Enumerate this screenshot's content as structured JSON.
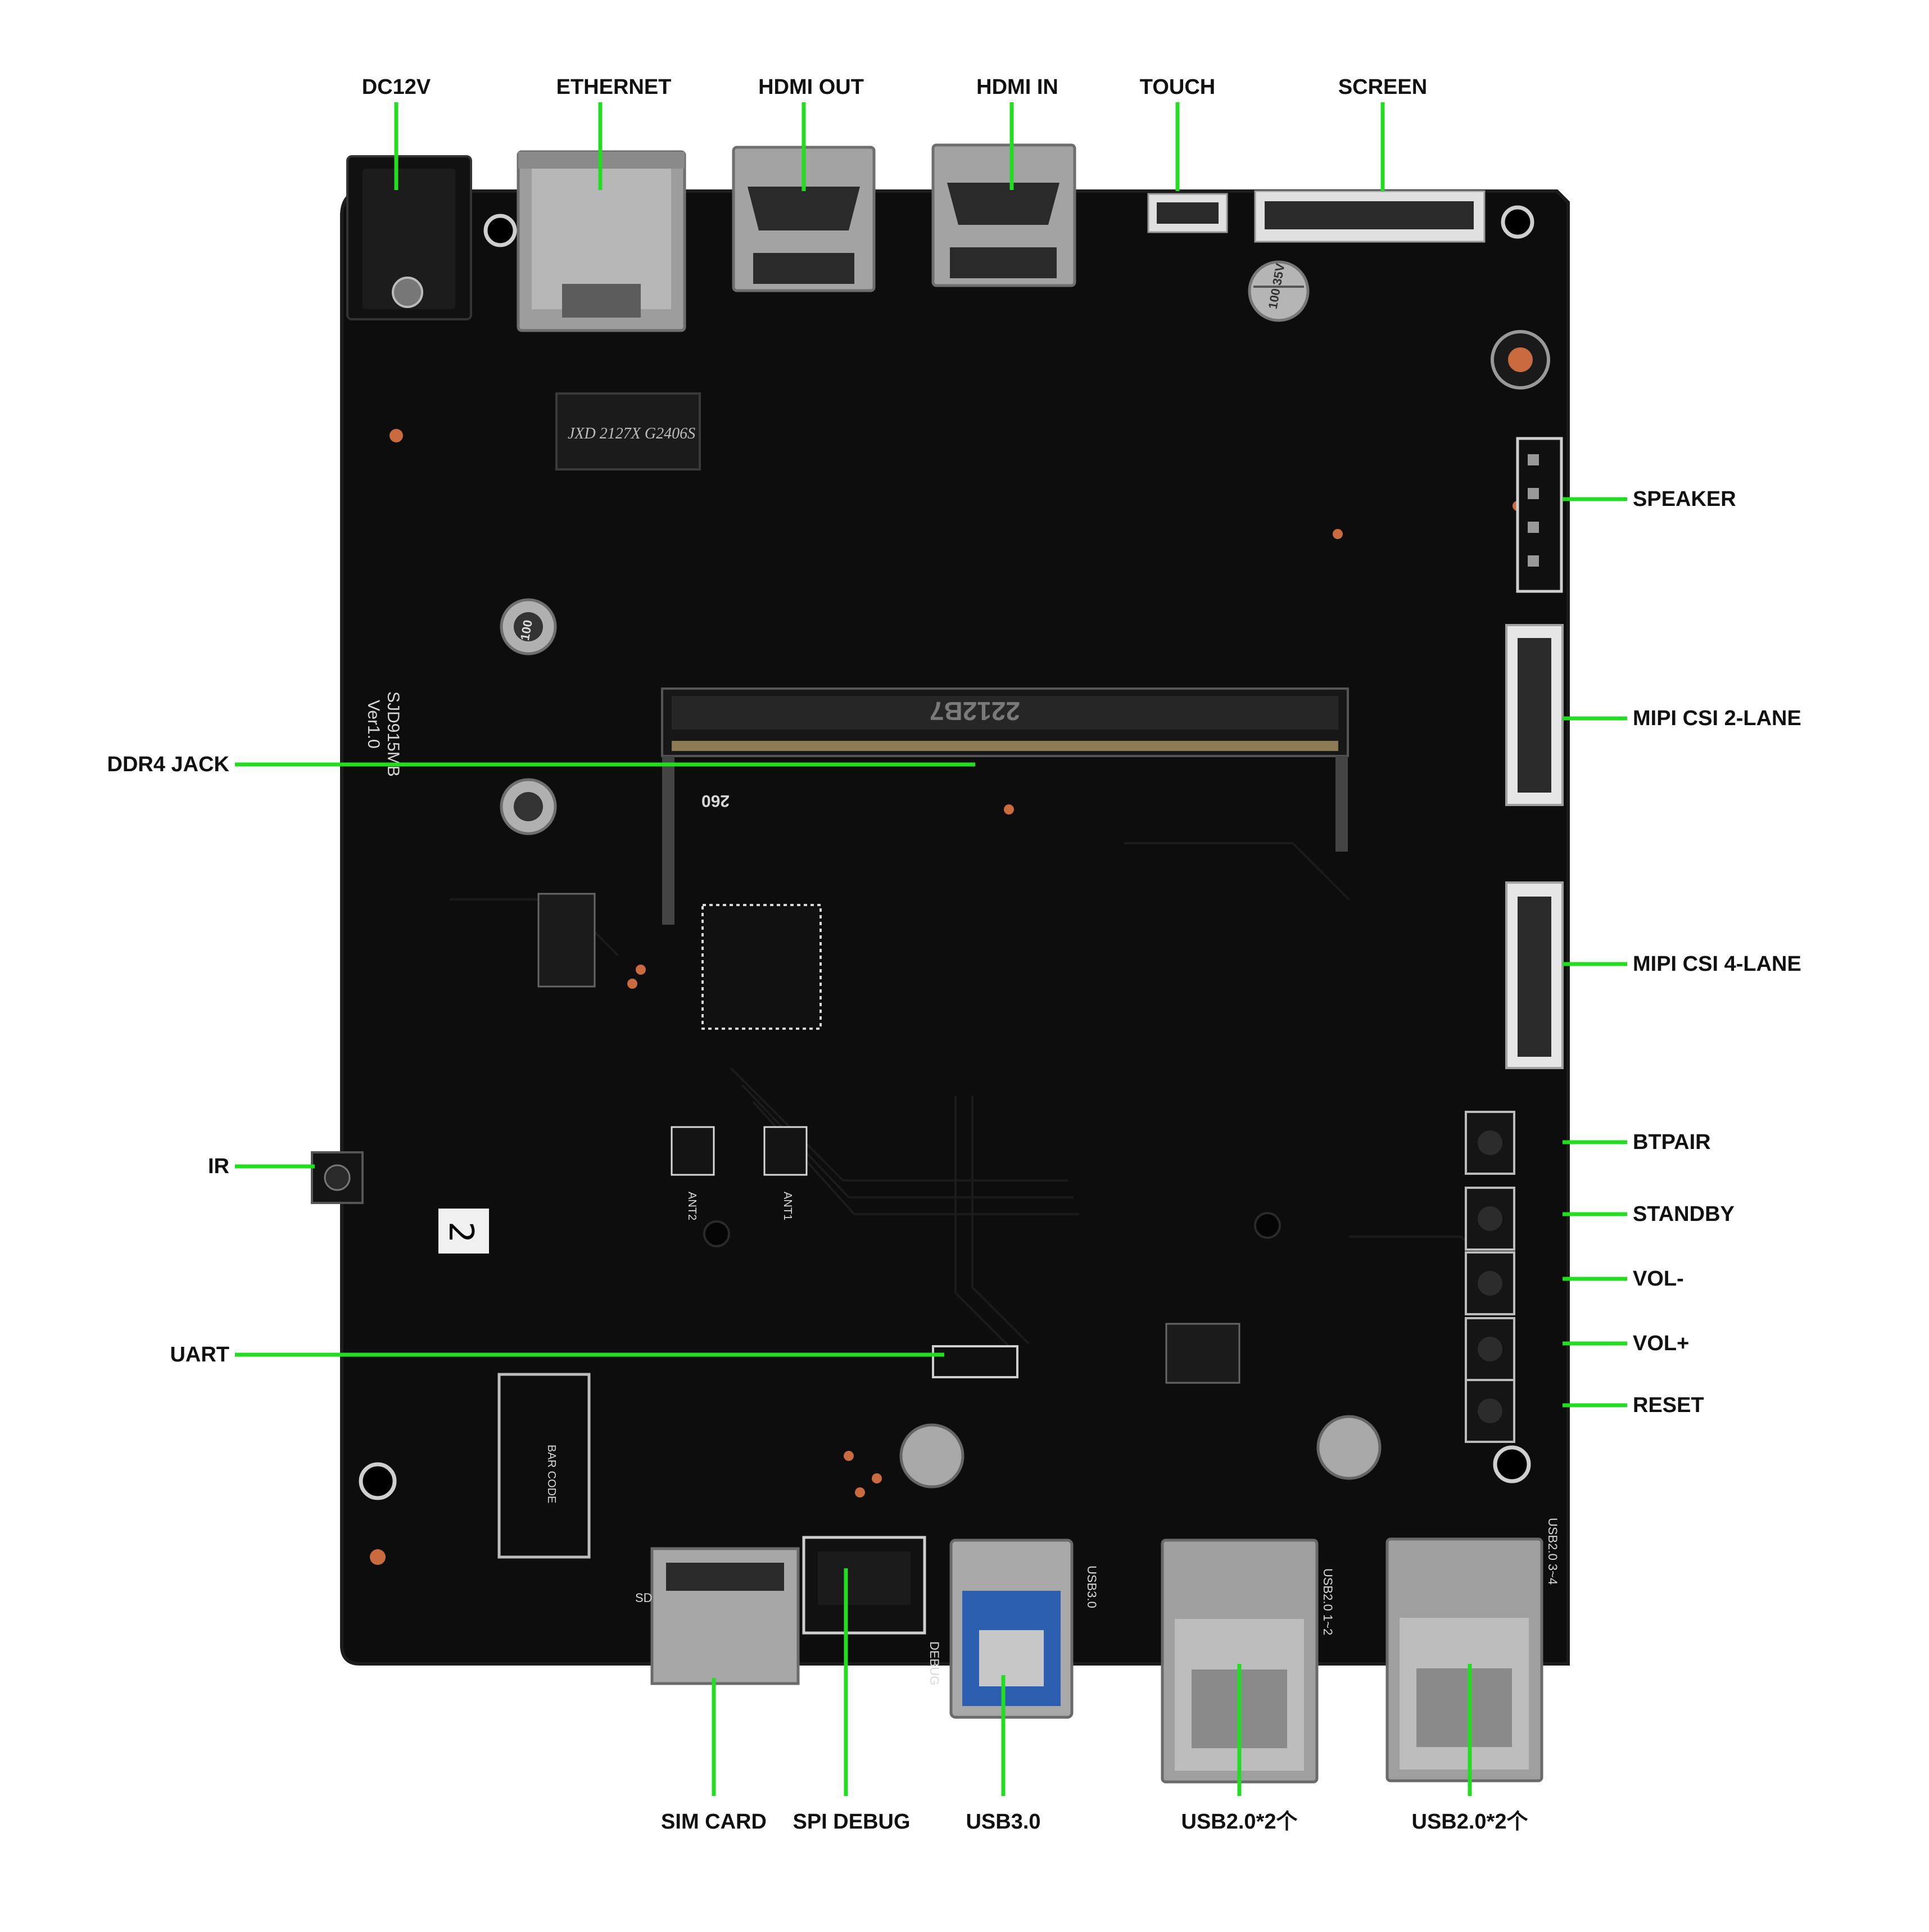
{
  "colors": {
    "board": "#0d0d0d",
    "board_edge": "#1c1c1c",
    "silk": "#d8d8d8",
    "metal": "#a9a9a9",
    "leader": "#22dd22",
    "text": "#111111",
    "pad": "#c96a3f"
  },
  "board_silkscreen": {
    "model": "SJD915MB",
    "version": "Ver1.0",
    "transformer": "JXD 2127X G2406S",
    "ddr_code": "2212B7",
    "slot_num": "260",
    "bar_code": "BAR CODE",
    "sd": "SD",
    "debug": "DEBUG",
    "usb3_silk": "USB3.0",
    "usb2_silk_a": "USB2.0 1~2",
    "usb2_silk_b": "USB2.0 3~4",
    "cap_a": "100 35V",
    "cap_b": "100",
    "hand_mark": "2",
    "ant1": "ANT1",
    "ant2": "ANT2"
  },
  "labels": {
    "dc12v": "DC12V",
    "ethernet": "ETHERNET",
    "hdmi_out": "HDMI OUT",
    "hdmi_in": "HDMI IN",
    "touch": "TOUCH",
    "screen": "SCREEN",
    "speaker": "SPEAKER",
    "mipi2": "MIPI CSI 2-LANE",
    "mipi4": "MIPI CSI 4-LANE",
    "btpair": "BTPAIR",
    "standby": "STANDBY",
    "vol_minus": "VOL-",
    "vol_plus": "VOL+",
    "reset": "RESET",
    "ddr4": "DDR4 JACK",
    "ir": "IR",
    "uart": "UART",
    "sim": "SIM CARD",
    "spi": "SPI DEBUG",
    "usb3": "USB3.0",
    "usb2a": "USB2.0*2个",
    "usb2b": "USB2.0*2个"
  }
}
